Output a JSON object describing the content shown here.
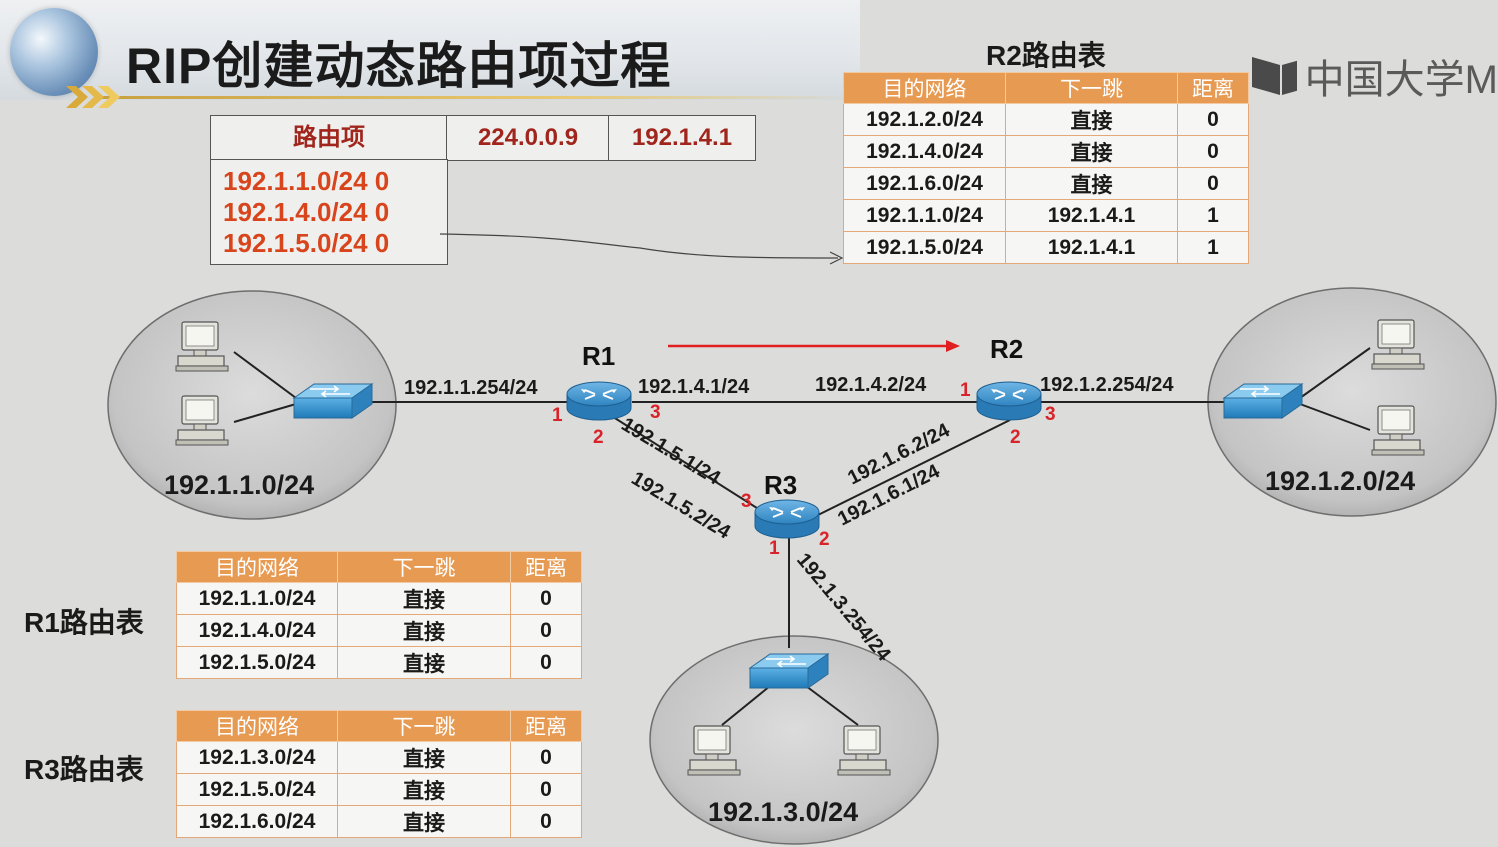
{
  "slide": {
    "title": "RIP创建动态路由项过程",
    "brand": "中国大学M"
  },
  "packet": {
    "header": "路由项",
    "dest": "224.0.0.9",
    "src": "192.1.4.1",
    "entries": [
      "192.1.1.0/24  0",
      "192.1.4.0/24  0",
      "192.1.5.0/24  0"
    ]
  },
  "r2_table": {
    "caption": "R2路由表",
    "headers": [
      "目的网络",
      "下一跳",
      "距离"
    ],
    "rows": [
      [
        "192.1.2.0/24",
        "直接",
        "0"
      ],
      [
        "192.1.4.0/24",
        "直接",
        "0"
      ],
      [
        "192.1.6.0/24",
        "直接",
        "0"
      ],
      [
        "192.1.1.0/24",
        "192.1.4.1",
        "1"
      ],
      [
        "192.1.5.0/24",
        "192.1.4.1",
        "1"
      ]
    ]
  },
  "r1_table": {
    "caption": "R1路由表",
    "headers": [
      "目的网络",
      "下一跳",
      "距离"
    ],
    "rows": [
      [
        "192.1.1.0/24",
        "直接",
        "0"
      ],
      [
        "192.1.4.0/24",
        "直接",
        "0"
      ],
      [
        "192.1.5.0/24",
        "直接",
        "0"
      ]
    ]
  },
  "r3_table": {
    "caption": "R3路由表",
    "headers": [
      "目的网络",
      "下一跳",
      "距离"
    ],
    "rows": [
      [
        "192.1.3.0/24",
        "直接",
        "0"
      ],
      [
        "192.1.5.0/24",
        "直接",
        "0"
      ],
      [
        "192.1.6.0/24",
        "直接",
        "0"
      ]
    ]
  },
  "network": {
    "routers": {
      "r1": "R1",
      "r2": "R2",
      "r3": "R3"
    },
    "lans": {
      "net1": "192.1.1.0/24",
      "net2": "192.1.2.0/24",
      "net3": "192.1.3.0/24"
    },
    "interfaces": {
      "r1_if1": "192.1.1.254/24",
      "r1_if2": "192.1.4.1/24",
      "r1_if3": "192.1.5.1/24",
      "r2_if1": "192.1.4.2/24",
      "r2_if2": "192.1.2.254/24",
      "r2_if3": "192.1.6.2/24",
      "r3_if1": "192.1.5.2/24",
      "r3_if2": "192.1.6.1/24",
      "r3_if3": "192.1.3.254/24"
    },
    "ports": {
      "r1": [
        "1",
        "2",
        "3"
      ],
      "r2": [
        "1",
        "2",
        "3"
      ],
      "r3": [
        "1",
        "2",
        "3"
      ]
    }
  },
  "colors": {
    "port": "#d8232a",
    "arrow": "#e02020",
    "table_header": "#e79a52",
    "packet_entry": "#d8441c"
  }
}
